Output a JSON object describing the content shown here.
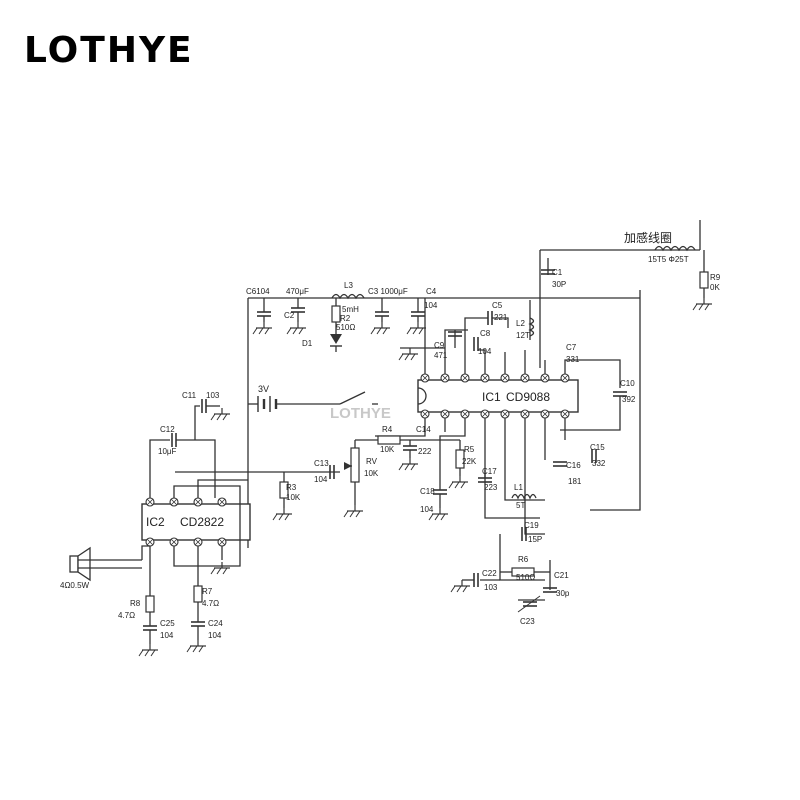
{
  "brand": "LOTHYE",
  "watermark": "LOTHYE",
  "antenna": {
    "label": "加感线圈",
    "spec": "15T5 Φ25T"
  },
  "ic1": {
    "ref": "IC1",
    "part": "CD9088"
  },
  "ic2": {
    "ref": "IC2",
    "part": "CD2822"
  },
  "power": {
    "battery": "3V"
  },
  "speaker": {
    "label": "4Ω0.5W"
  },
  "components": {
    "c6": "C6104",
    "c2_val": "470μF",
    "c2": "C2",
    "l3": "L3",
    "l3_val": "5mH",
    "r2": "R2",
    "r2_val": "510Ω",
    "d1": "D1",
    "c3": "C3 1000μF",
    "c4": "C4",
    "c4_val": "104",
    "c1": "C1",
    "c1_val": "30P",
    "r9": "R9",
    "r9_val": "0K",
    "c5": "C5",
    "c5_val": "221",
    "l2": "L2",
    "l2_val": "12T",
    "c8": "C8",
    "c8_val": "104",
    "c9": "C9",
    "c9_val": "471",
    "c7": "C7",
    "c7_val": "331",
    "c10": "C10",
    "c10_val": "392",
    "c11": "C11",
    "c11_val": "103",
    "c12": "C12",
    "c12_val": "10μF",
    "c13": "C13",
    "c13_val": "104",
    "r3": "R3",
    "r3_val": "10K",
    "rv": "RV",
    "rv_val": "10K",
    "r4": "R4",
    "r4_val": "10K",
    "c14": "C14",
    "c14_val": "222",
    "r5": "R5",
    "r5_val": "22K",
    "c18": "C18",
    "c18_val": "104",
    "c17": "C17",
    "c17_val": "223",
    "l1": "L1",
    "l1_val": "5T",
    "c16": "C16",
    "c16_val": "181",
    "c15": "C15",
    "c15_val": "332",
    "c19": "C19",
    "c19_val": "15P",
    "r6": "R6",
    "r6_val": "510Ω",
    "c22": "C22",
    "c22_val": "103",
    "c21": "C21",
    "c21_val": "30p",
    "c23": "C23",
    "r8": "R8",
    "r8_val": "4.7Ω",
    "r7": "R7",
    "r7_val": "4.7Ω",
    "c25": "C25",
    "c25_val": "104",
    "c24": "C24",
    "c24_val": "104"
  }
}
